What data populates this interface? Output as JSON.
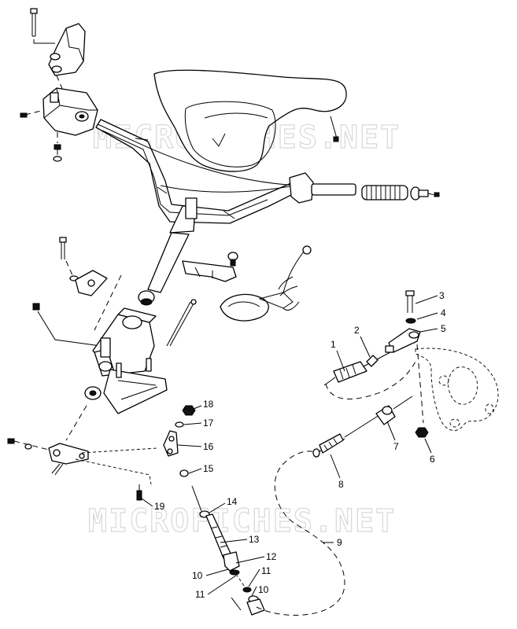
{
  "watermark": {
    "text_top": "MICROFICHES.NET",
    "text_bottom": "MICROFICHES.NET"
  },
  "callouts": [
    {
      "id": "c1",
      "text": "1"
    },
    {
      "id": "c2",
      "text": "2"
    },
    {
      "id": "c3",
      "text": "3"
    },
    {
      "id": "c4",
      "text": "4"
    },
    {
      "id": "c5",
      "text": "5"
    },
    {
      "id": "c6",
      "text": "6"
    },
    {
      "id": "c7",
      "text": "7"
    },
    {
      "id": "c8",
      "text": "8"
    },
    {
      "id": "c9",
      "text": "9"
    },
    {
      "id": "c10a",
      "text": "10"
    },
    {
      "id": "c10b",
      "text": "10"
    },
    {
      "id": "c11a",
      "text": "11"
    },
    {
      "id": "c11b",
      "text": "11"
    },
    {
      "id": "c12",
      "text": "12"
    },
    {
      "id": "c13",
      "text": "13"
    },
    {
      "id": "c14",
      "text": "14"
    },
    {
      "id": "c15",
      "text": "15"
    },
    {
      "id": "c16",
      "text": "16"
    },
    {
      "id": "c17",
      "text": "17"
    },
    {
      "id": "c18",
      "text": "18"
    },
    {
      "id": "c19",
      "text": "19"
    }
  ]
}
